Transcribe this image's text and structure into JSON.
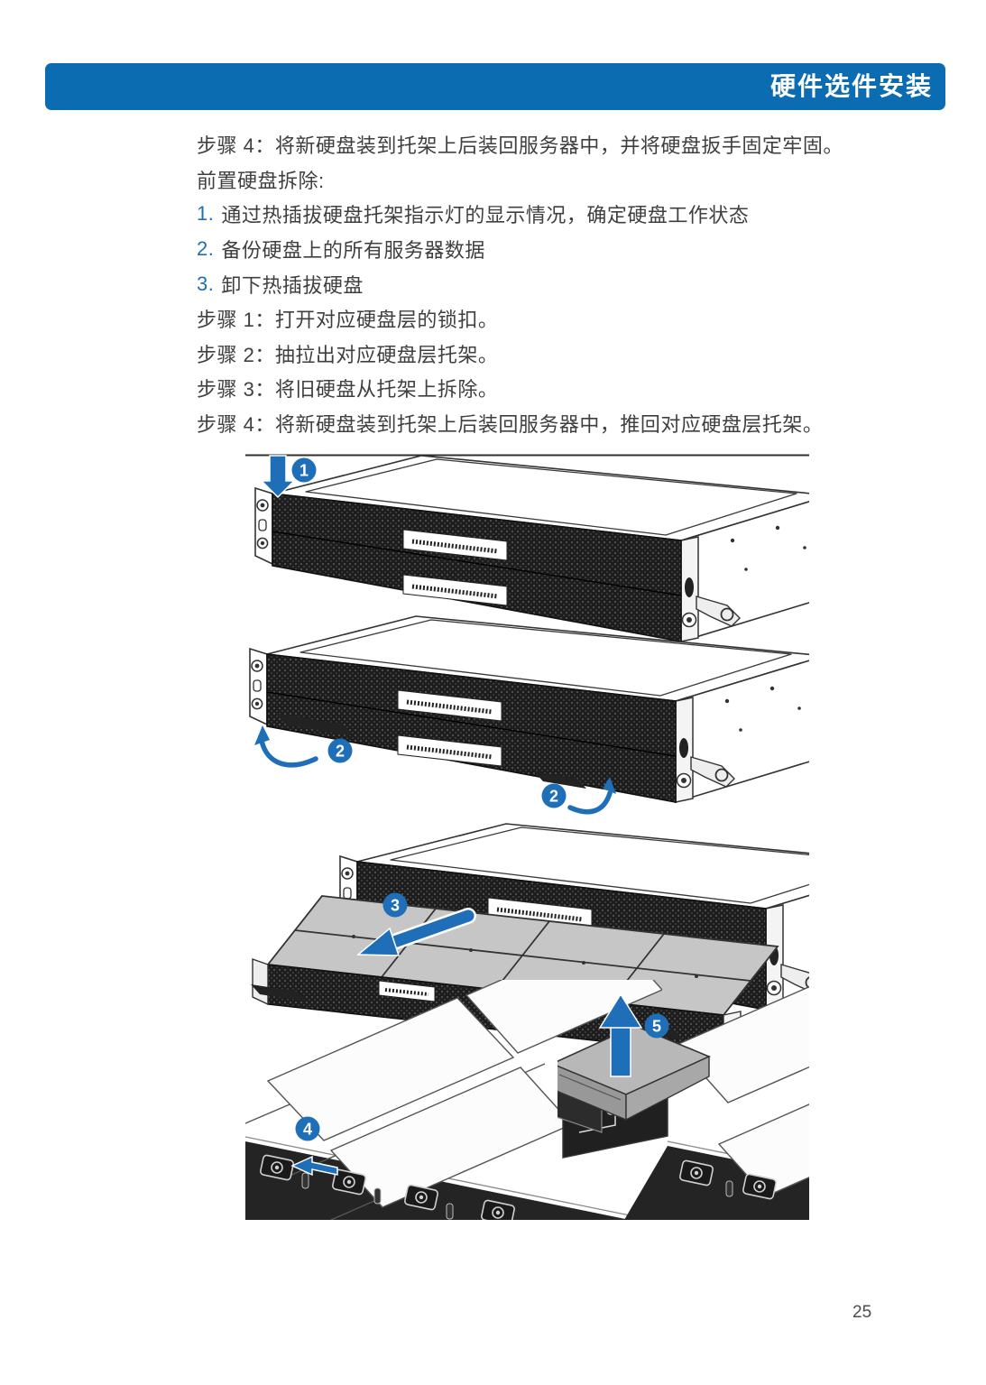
{
  "colors": {
    "header_bg": "#0b6cb2",
    "accent": "#1e6fb8",
    "text": "#3f3f3f",
    "line_art": "#333333"
  },
  "header": {
    "title": "硬件选件安装"
  },
  "body": {
    "lines": [
      {
        "num": "",
        "text": "步骤 4：将新硬盘装到托架上后装回服务器中，并将硬盘扳手固定牢固。"
      },
      {
        "num": "",
        "text": "前置硬盘拆除:"
      },
      {
        "num": "1.",
        "text": "通过热插拔硬盘托架指示灯的显示情况，确定硬盘工作状态"
      },
      {
        "num": "2.",
        "text": "备份硬盘上的所有服务器数据"
      },
      {
        "num": "3.",
        "text": "卸下热插拔硬盘"
      },
      {
        "num": "",
        "text": "步骤 1：打开对应硬盘层的锁扣。"
      },
      {
        "num": "",
        "text": "步骤 2：抽拉出对应硬盘层托架。"
      },
      {
        "num": "",
        "text": "步骤 3：将旧硬盘从托架上拆除。"
      },
      {
        "num": "",
        "text": "步骤 4：将新硬盘装到托架上后装回服务器中，推回对应硬盘层托架。"
      }
    ]
  },
  "figure": {
    "description": "硬盘层托架拆装示意图",
    "badges": [
      "1",
      "2",
      "2",
      "3",
      "4",
      "5"
    ]
  },
  "footer": {
    "page_number": "25"
  }
}
